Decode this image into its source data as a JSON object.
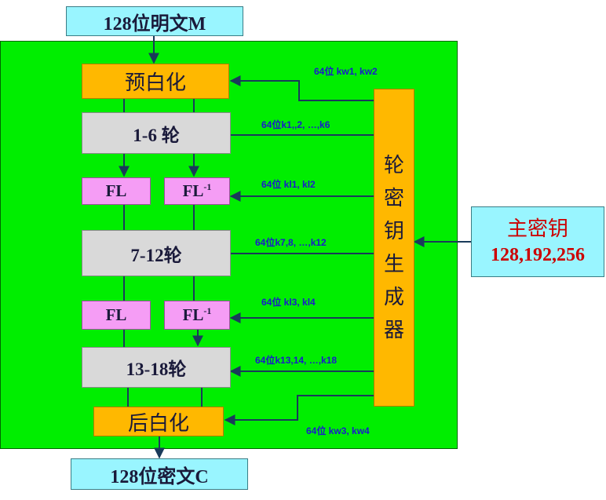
{
  "input": "128位明文M",
  "output": "128位密文C",
  "pre_whitening": "预白化",
  "post_whitening": "后白化",
  "rounds": [
    "1-6 轮",
    "7-12轮",
    "13-18轮"
  ],
  "fl": "FL",
  "fl_inv_base": "FL",
  "fl_inv_sup": "-1",
  "key_schedule_chars": [
    "轮",
    "密",
    "钥",
    "生",
    "成",
    "器"
  ],
  "master_key": {
    "title": "主密钥",
    "sizes": "128,192,256"
  },
  "key_labels": {
    "kw12": "64位 kw1, kw2",
    "k1_6": "64位k1,,2, …,k6",
    "kl12": "64位 kl1, kl2",
    "k7_12": "64位k7,8, …,k12",
    "kl34": "64位 kl3, kl4",
    "k13_18": "64位k13,14, …,k18",
    "kw34": "64位 kw3, kw4"
  },
  "colors": {
    "panel": "#00ee00",
    "io_box": "#99f5ff",
    "whitening": "#ffb800",
    "round": "#d9d9d9",
    "fl": "#f59df5",
    "key_label": "#1a1acc",
    "master_key_text": "#cc0000"
  }
}
